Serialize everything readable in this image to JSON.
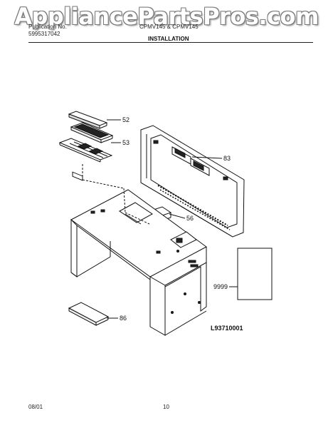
{
  "watermark": "AppliancePartsPros.com",
  "header": {
    "publication_label": "Publication No.",
    "publication_number": "5995317042",
    "models": "CPMV145 & CPMV145",
    "section_title": "INSTALLATION"
  },
  "parts": [
    {
      "label": "52"
    },
    {
      "label": "53"
    },
    {
      "label": "83"
    },
    {
      "label": "56"
    },
    {
      "label": "9999"
    },
    {
      "label": "86"
    }
  ],
  "diagram_code": "L93710001",
  "footer": {
    "date": "08/01",
    "page": "10"
  }
}
